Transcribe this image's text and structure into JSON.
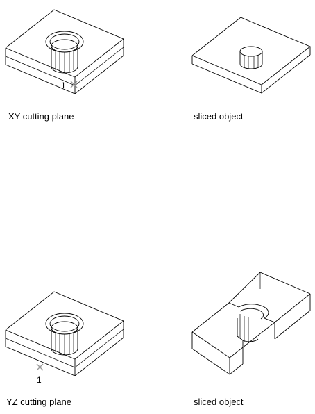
{
  "panels": [
    {
      "caption": "XY cutting plane",
      "point_label": "1"
    },
    {
      "caption": "sliced object"
    },
    {
      "caption": "YZ cutting plane",
      "point_label": "1"
    },
    {
      "caption": "sliced object"
    }
  ]
}
